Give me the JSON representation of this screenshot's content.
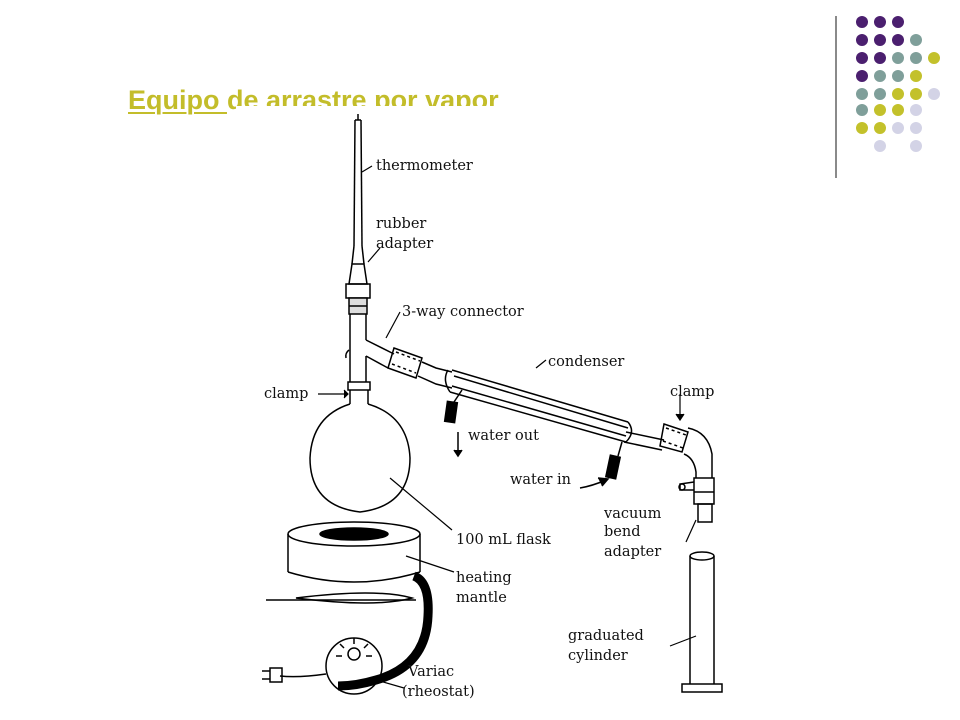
{
  "title": {
    "part1": "Equipo ",
    "part2": "de arrastre por vapor"
  },
  "theme": {
    "title_color": "#c3bd2a",
    "purple": "#4b1f6f",
    "teal": "#7f9f9a",
    "olive": "#c3c12b",
    "lavender": "#d3d3e6",
    "rule": "#8a8a8a"
  },
  "labels": {
    "thermometer": "thermometer",
    "rubber1": "rubber",
    "rubber2": "adapter",
    "connector": "3-way connector",
    "condenser": "condenser",
    "clamp_left": "clamp",
    "clamp_right": "clamp",
    "water_out": "water out",
    "water_in": "water in",
    "vacuum1": "vacuum",
    "vacuum2": "bend",
    "vacuum3": "adapter",
    "flask": "100 mL flask",
    "heating1": "heating",
    "heating2": "mantle",
    "graduated1": "graduated",
    "graduated2": "cylinder",
    "variac1": "Variac",
    "variac2": "(rheostat)"
  }
}
